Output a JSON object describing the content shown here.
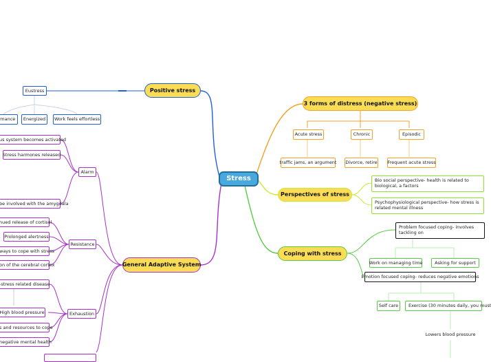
{
  "central": "Stress",
  "positive": {
    "title": "Positive stress",
    "eustress": "Eustress",
    "children": [
      "rmance",
      "Energized",
      "Work feels effortless"
    ]
  },
  "gas": {
    "title": "General Adaptive System",
    "alarm": {
      "label": "Alarm",
      "items": [
        "us system becomes activated",
        "Stress harmones released",
        "be involved with the amygdala"
      ]
    },
    "resistance": {
      "label": "Resistance",
      "items": [
        "nued release of cortisol",
        "Prolonged alertness",
        "ways to cope with stress",
        "on of the cerebral cortex"
      ]
    },
    "exhaustion": {
      "label": "Exhaustion",
      "items": [
        "-stress related disease",
        "High blood pressure",
        "s and resources to cope",
        "negative mental health"
      ]
    }
  },
  "distress": {
    "title": "3 forms of distress (negative stress)",
    "forms": [
      {
        "label": "Acute stress",
        "example": "traffic jams, an argument"
      },
      {
        "label": "Chronic",
        "example": "Divorce, retire"
      },
      {
        "label": "Episodic",
        "example": "Frequent acute stress"
      }
    ]
  },
  "perspectives": {
    "title": "Perspectives of stress",
    "items": [
      "Bio social perspective- health is related to biological, a factors",
      "Psychophysiological perspective- how stress is related mental illness"
    ]
  },
  "coping": {
    "title": "Coping with stress",
    "problem": "Problem focused coping- involves tackling on",
    "problem_children": [
      "Work on managing time",
      "Asking for support"
    ],
    "emotion": "Emotion focused coping- reduces negative emotions",
    "emotion_children": [
      "Self care",
      "Exercise (30 minutes daily, you must"
    ],
    "exercise_child": "Lowers blood pressure"
  },
  "colors": {
    "positive": "#1d5fd8",
    "gas": "#a630c9",
    "distress": "#f0a126",
    "perspectives": "#c9ea35",
    "coping": "#54cc3f"
  }
}
